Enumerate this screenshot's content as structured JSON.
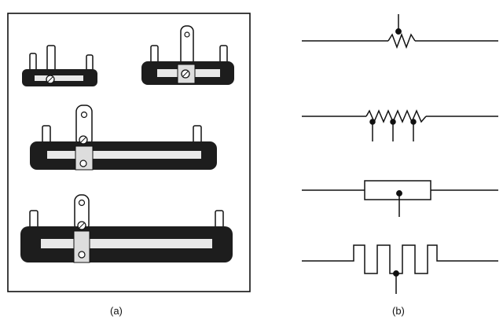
{
  "figure": {
    "panel_a_label": "(a)",
    "panel_b_label": "(b)",
    "symbols": [
      "variable-resistor-wiper",
      "tapped-resistor",
      "rectangle-resistor-with-tap",
      "meander-resistor-with-tap"
    ],
    "colors": {
      "ink": "#111111",
      "body_dark": "#1d1d1d",
      "metal": "#e8e8e8"
    }
  }
}
